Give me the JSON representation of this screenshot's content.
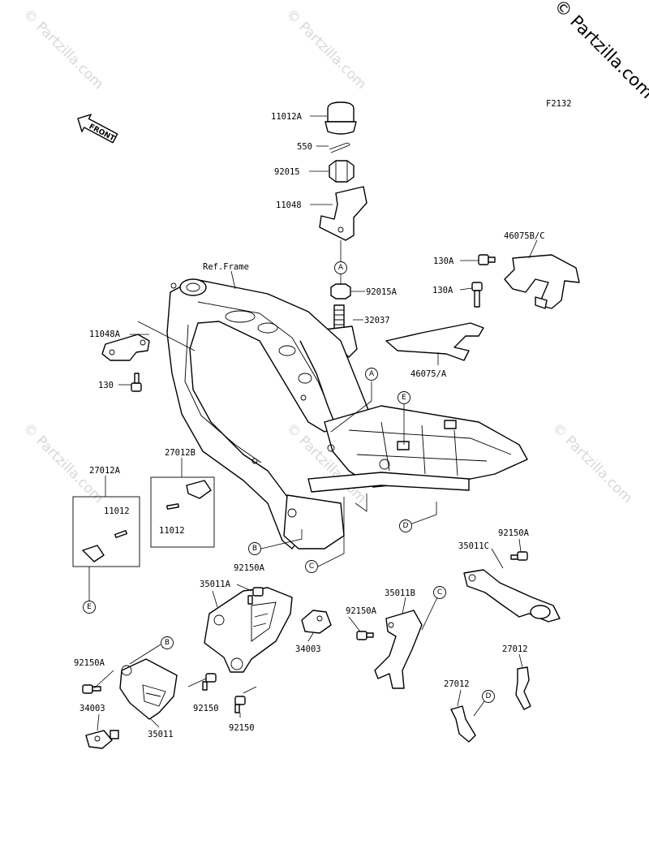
{
  "diagram": {
    "copyright": "© Partzilla.com",
    "watermark": "© Partzilla.com",
    "figure_code": "F2132",
    "front_label": "FRONT",
    "frame_label": "Ref.Frame",
    "callouts": [
      "A",
      "B",
      "C",
      "D",
      "E"
    ],
    "part_labels": {
      "p11012A": "11012A",
      "p550": "550",
      "p92015": "92015",
      "p11048": "11048",
      "p92015A": "92015A",
      "p32037": "32037",
      "p46075BC": "46075B/C",
      "p130A_1": "130A",
      "p130A_2": "130A",
      "p46075A": "46075/A",
      "p11048A": "11048A",
      "p130": "130",
      "p27012A": "27012A",
      "p11012_1": "11012",
      "p27012B": "27012B",
      "p11012_2": "11012",
      "p92150A_1": "92150A",
      "p35011C": "35011C",
      "p92150A_2": "92150A",
      "p35011A": "35011A",
      "p35011B": "35011B",
      "p92150A_3": "92150A",
      "p34003_1": "34003",
      "p27012_1": "27012",
      "p92150A_4": "92150A",
      "p27012_2": "27012",
      "p92150_1": "92150",
      "p34003_2": "34003",
      "p35011": "35011",
      "p92150_2": "92150"
    }
  }
}
